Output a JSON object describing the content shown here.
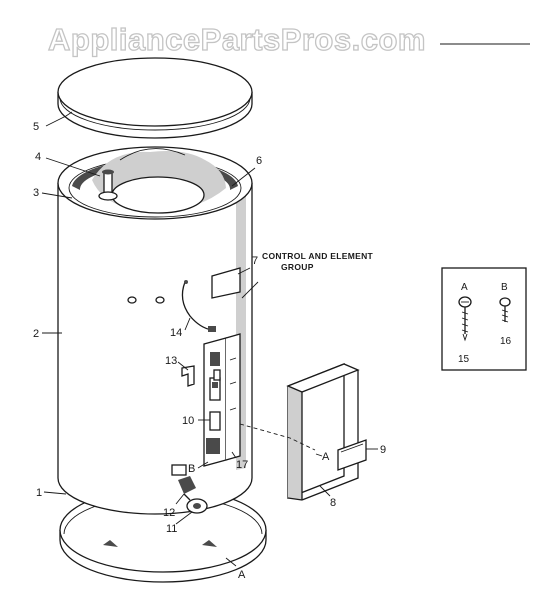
{
  "watermark": "AppliancePartsPros.com",
  "callouts": {
    "p1": "1",
    "p2": "2",
    "p3": "3",
    "p4": "4",
    "p5": "5",
    "p6": "6",
    "p7": "7",
    "p8": "8",
    "p9": "9",
    "p10": "10",
    "p11": "11",
    "p12": "12",
    "p13": "13",
    "p14": "14",
    "p17": "17"
  },
  "group_label": {
    "line1": "CONTROL AND ELEMENT",
    "line2": "GROUP"
  },
  "reference_letters": {
    "a_panel": "A",
    "a_base": "A",
    "b_side": "B"
  },
  "inset": {
    "screw_a": {
      "letter": "A",
      "part": "15"
    },
    "screw_b": {
      "letter": "B",
      "part": "16"
    }
  }
}
